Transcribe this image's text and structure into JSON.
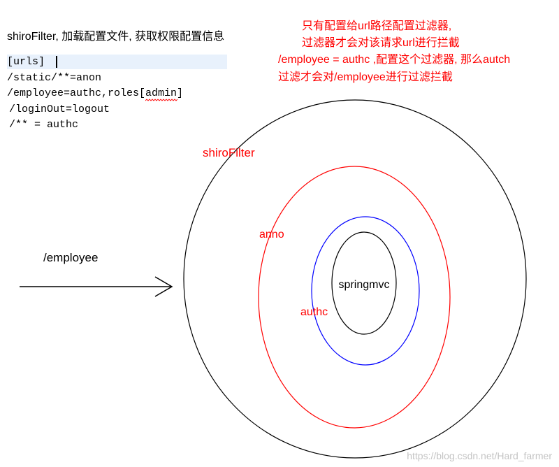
{
  "header": {
    "title": "shiroFilter, 加载配置文件, 获取权限配置信息"
  },
  "config": {
    "section": "[urls]",
    "rules": [
      "/static/**=anon",
      "/employee=authc,roles[admin]",
      "/loginOut=logout",
      "/** = authc"
    ]
  },
  "note": {
    "lines": [
      "只有配置给url路径配置过滤器,",
      "过滤器才会对该请求url进行拦截",
      "/employee = authc ,配置这个过滤器, 那么autch",
      "过滤才会对/employee进行过滤拦截"
    ]
  },
  "diagram": {
    "request": "/employee",
    "shiro_filter": "shiroFilter",
    "anno_filter": "anno",
    "authc_filter": "authc",
    "core": "springmvc"
  },
  "watermark": "https://blog.csdn.net/Hard_farmer",
  "colors": {
    "annotation": "#ff0000",
    "shiro_filter_ring": "#000000",
    "anno_ring": "#ff0000",
    "authc_ring": "#0000ff",
    "core_ring": "#000000",
    "arrow": "#000000",
    "watermark": "#c4c4c4"
  }
}
